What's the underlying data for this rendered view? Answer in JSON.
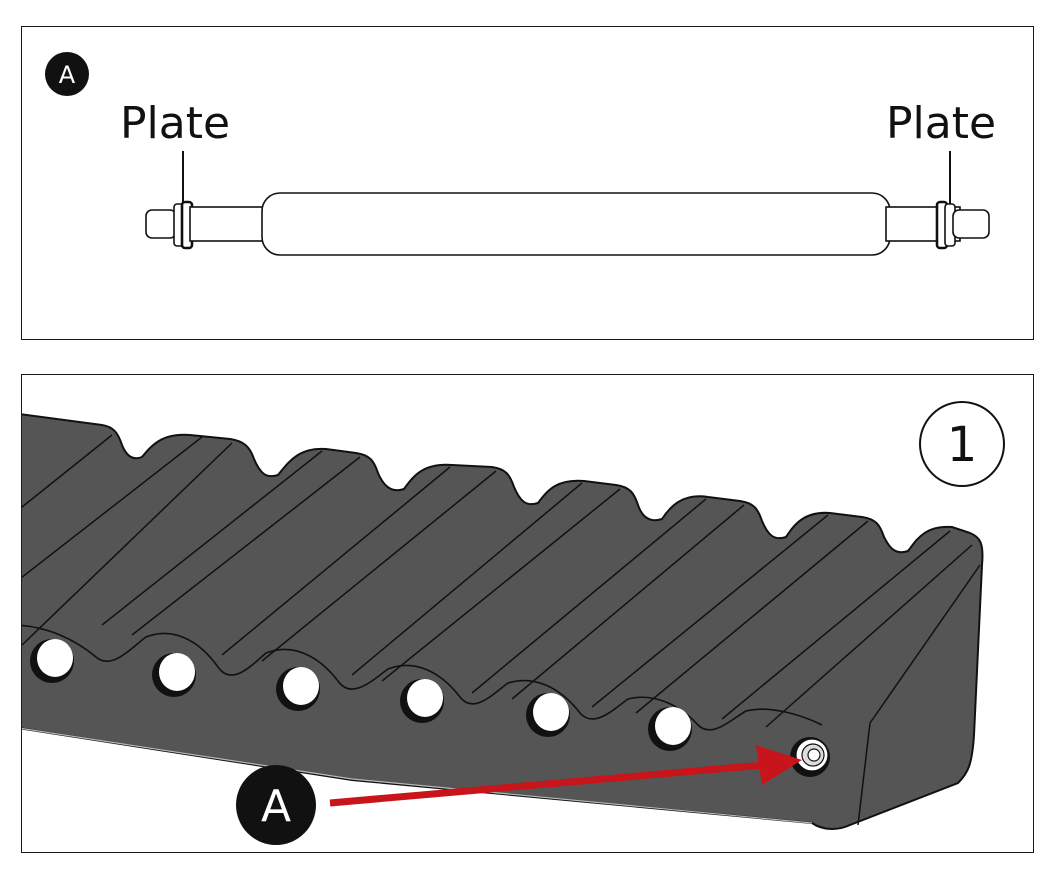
{
  "panel_a": {
    "badge": "A",
    "left_label": "Plate",
    "right_label": "Plate"
  },
  "panel_1": {
    "step_number": "1",
    "callout_badge": "A"
  },
  "colors": {
    "belt": "#555555",
    "outline": "#111111",
    "arrow": "#c8141b",
    "badge_fill": "#111111",
    "badge_text": "#ffffff"
  },
  "icons": {
    "step_marker": "circle-outline-icon",
    "callout_marker": "circle-filled-icon",
    "pointer": "arrow-right-icon"
  }
}
